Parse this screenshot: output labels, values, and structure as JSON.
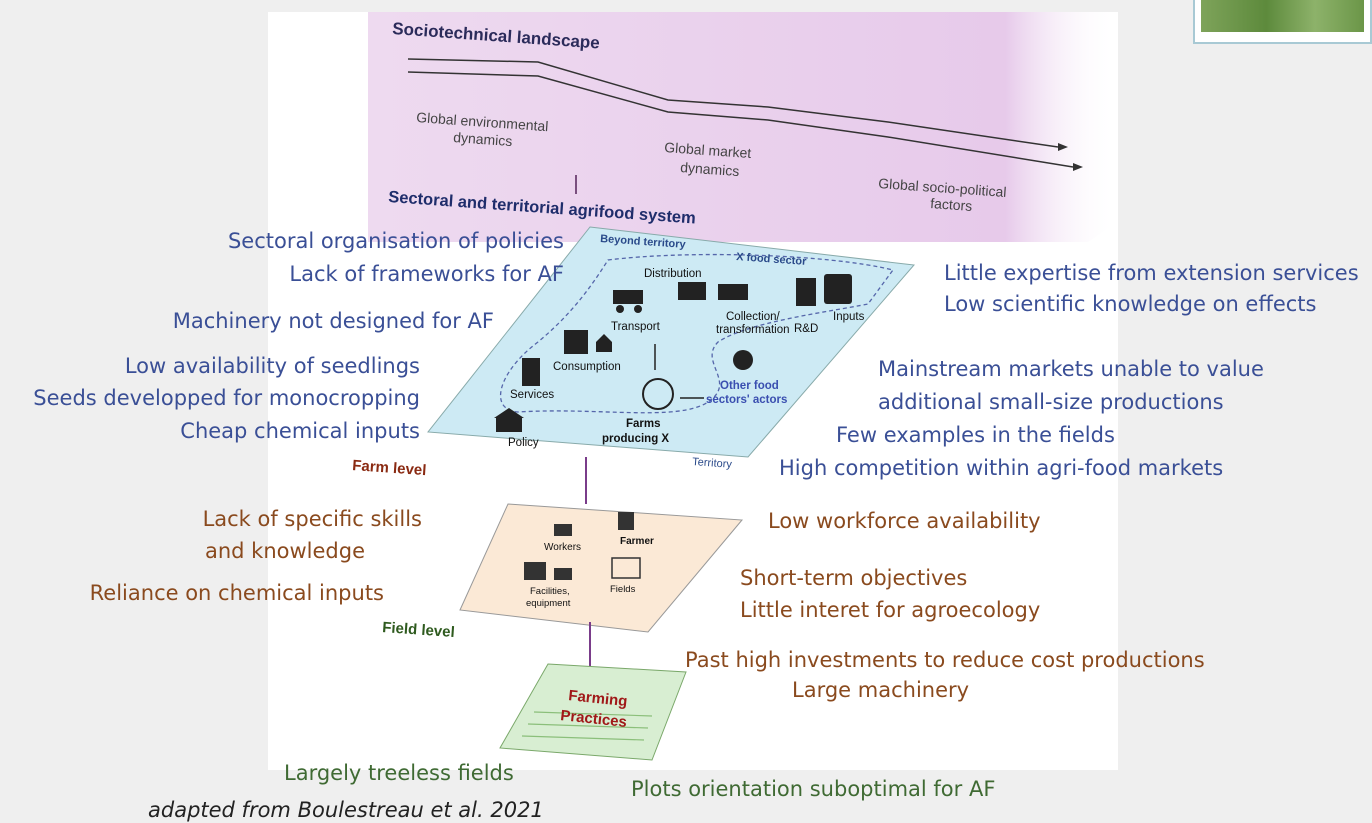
{
  "diagram": {
    "landscape_title": "Sociotechnical landscape",
    "landscape_items": [
      "Global environmental",
      "dynamics",
      "Global market",
      "dynamics",
      "Global socio-political",
      "factors"
    ],
    "system_title": "Sectoral and territorial agrifood system",
    "beyond_label": "Beyond territory",
    "sector_label": "X food sector",
    "territory_label": "Territory",
    "nodes": {
      "distribution": "Distribution",
      "transport": "Transport",
      "collection1": "Collection/",
      "collection2": "transformation",
      "rd": "R&D",
      "inputs": "Inputs",
      "consumption": "Consumption",
      "services": "Services",
      "policy": "Policy",
      "farms1": "Farms",
      "farms2": "producing X",
      "other1": "Other food",
      "other2": "sectors' actors"
    },
    "farm_level_title": "Farm level",
    "farm_nodes": {
      "workers": "Workers",
      "farmer": "Farmer",
      "facilities1": "Facilities,",
      "facilities2": "equipment",
      "fields": "Fields"
    },
    "field_level_title": "Field level",
    "practices1": "Farming",
    "practices2": "Practices"
  },
  "annotations": {
    "sectoral_policies": "Sectoral organisation of policies",
    "lack_frameworks": "Lack of frameworks for AF",
    "machinery": "Machinery not designed for AF",
    "seedlings": "Low availability of seedlings",
    "seeds": "Seeds developped for monocropping",
    "chemical_cheap": "Cheap chemical inputs",
    "expertise": "Little expertise from extension services",
    "scientific": "Low scientific knowledge on effects",
    "markets1": "Mainstream markets unable to value",
    "markets2": "additional small-size productions",
    "few_examples": "Few examples in the fields",
    "competition": "High competition within agri-food markets",
    "skills1": "Lack of specific skills",
    "skills2": "and knowledge",
    "reliance": "Reliance on chemical inputs",
    "workforce": "Low workforce availability",
    "short_term": "Short-term objectives",
    "interet": "Little interet for agroecology",
    "investments": "Past high investments to reduce cost productions",
    "large_machinery": "Large machinery",
    "treeless": "Largely treeless fields",
    "plots": "Plots orientation suboptimal for AF"
  },
  "credit": "adapted from Boulestreau et al. 2021",
  "colors": {
    "blue_text": "#3a4f96",
    "brown_text": "#8a4a1e",
    "green_text": "#3f6a33",
    "landscape_band": "#e6cce9",
    "territory_fill": "#cdeaf4",
    "farm_fill": "#fbe9d6",
    "field_fill": "#d8eed2"
  }
}
